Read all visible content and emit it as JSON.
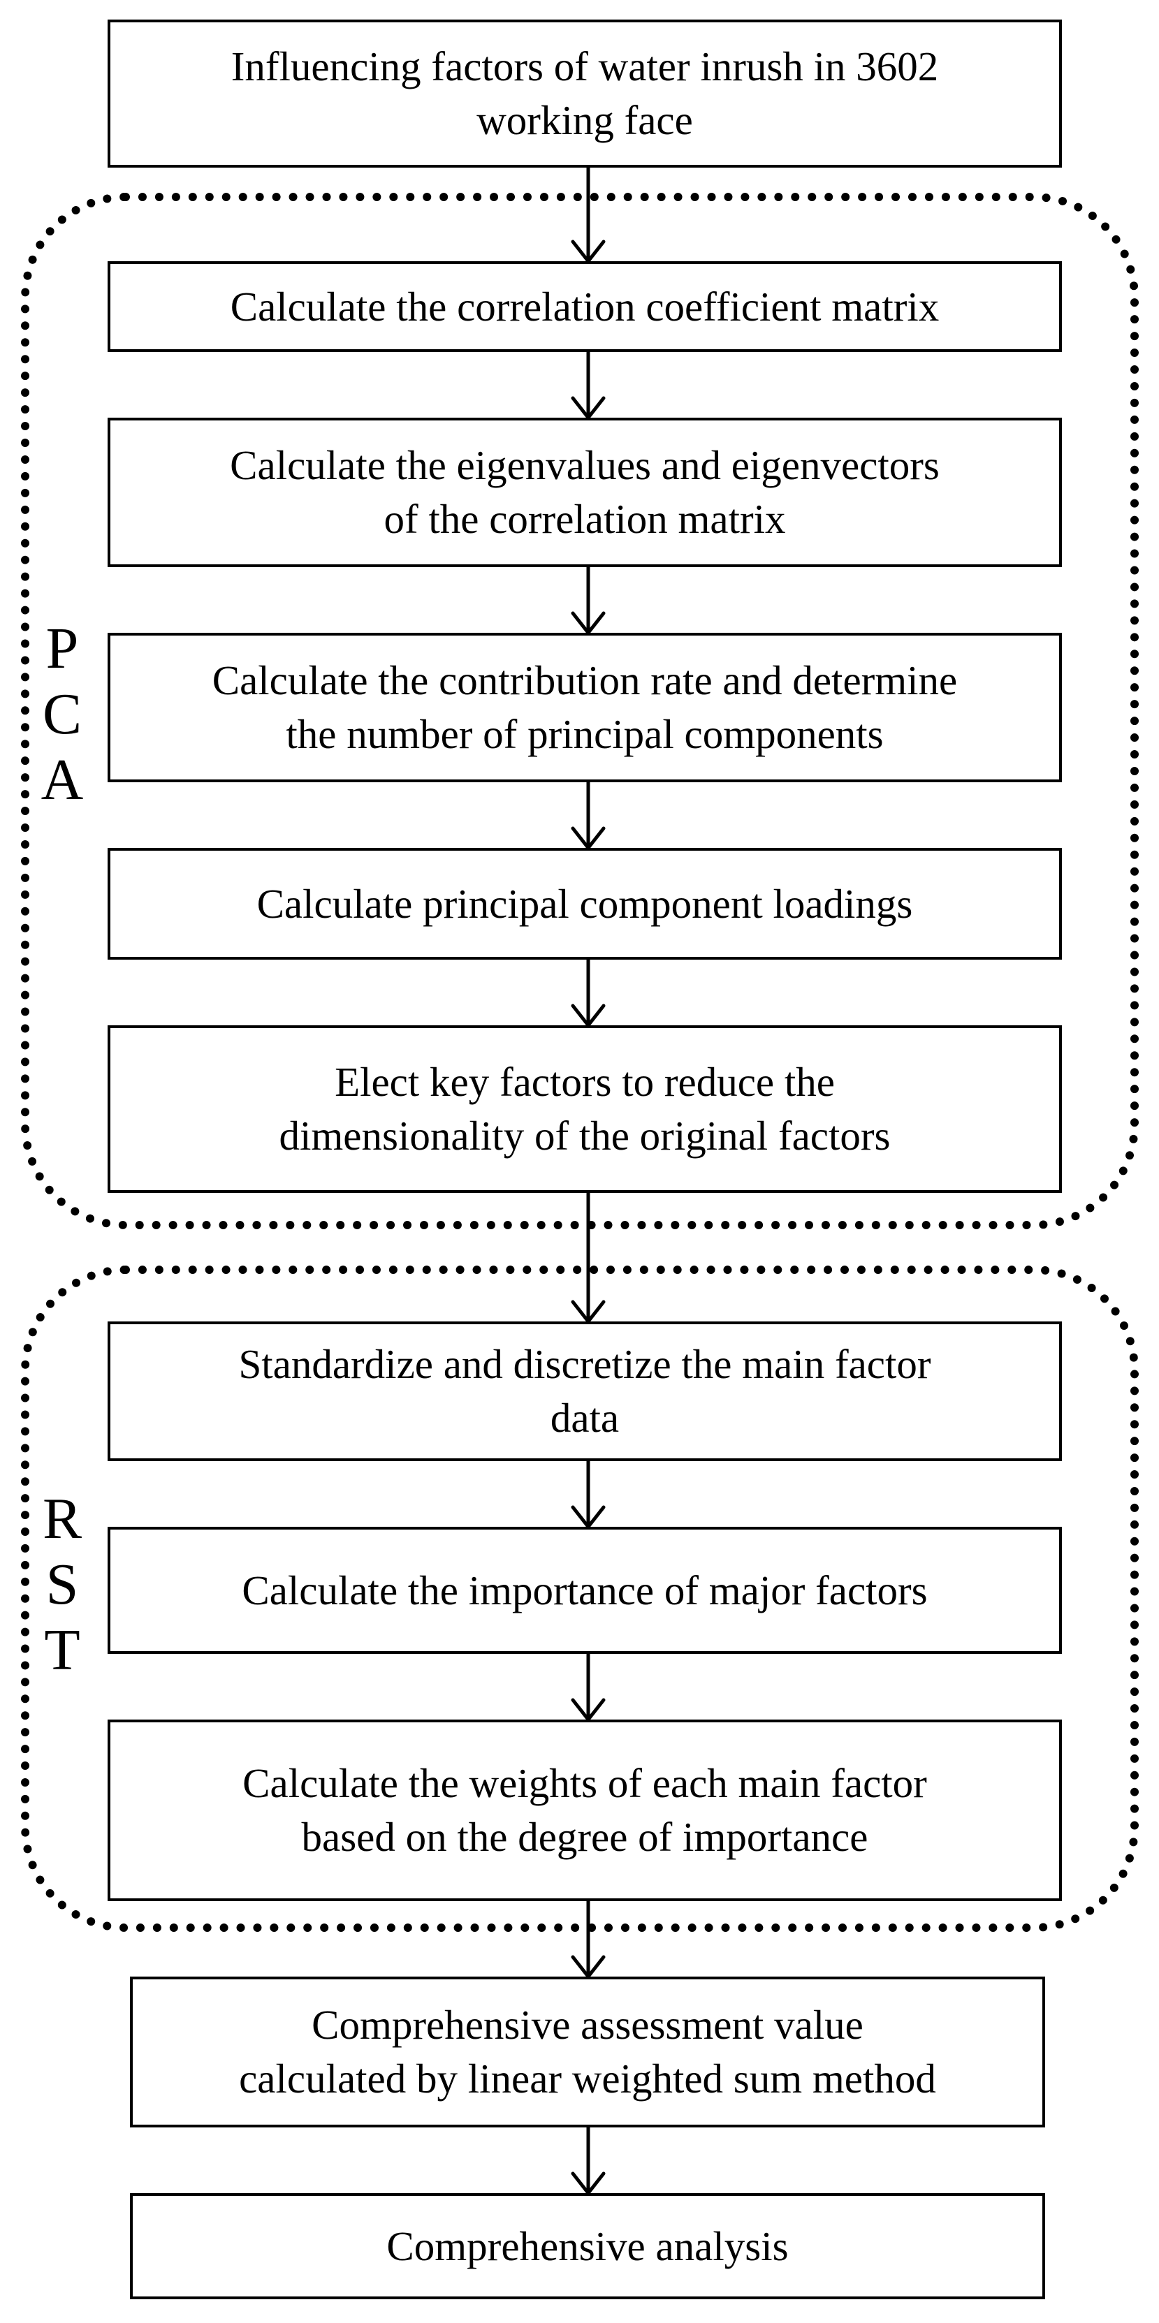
{
  "steps": [
    {
      "id": "s1",
      "text": "Influencing factors of water inrush in 3602\nworking face"
    },
    {
      "id": "s2",
      "text": "Calculate the correlation coefficient matrix"
    },
    {
      "id": "s3",
      "text": "Calculate the eigenvalues and eigenvectors\nof the correlation matrix"
    },
    {
      "id": "s4",
      "text": "Calculate the contribution rate and determine\nthe number of principal components"
    },
    {
      "id": "s5",
      "text": "Calculate principal component loadings"
    },
    {
      "id": "s6",
      "text": "Elect key factors to reduce the\ndimensionality of the original factors"
    },
    {
      "id": "s7",
      "text": "Standardize and discretize the main factor\ndata"
    },
    {
      "id": "s8",
      "text": "Calculate the importance of major factors"
    },
    {
      "id": "s9",
      "text": "Calculate the weights of each main factor\nbased on the degree of importance"
    },
    {
      "id": "s10",
      "text": "Comprehensive assessment value\ncalculated by linear weighted sum method"
    },
    {
      "id": "s11",
      "text": "Comprehensive analysis"
    }
  ],
  "groups": [
    {
      "id": "pca",
      "letters": [
        "P",
        "C",
        "A"
      ]
    },
    {
      "id": "rst",
      "letters": [
        "R",
        "S",
        "T"
      ]
    }
  ]
}
